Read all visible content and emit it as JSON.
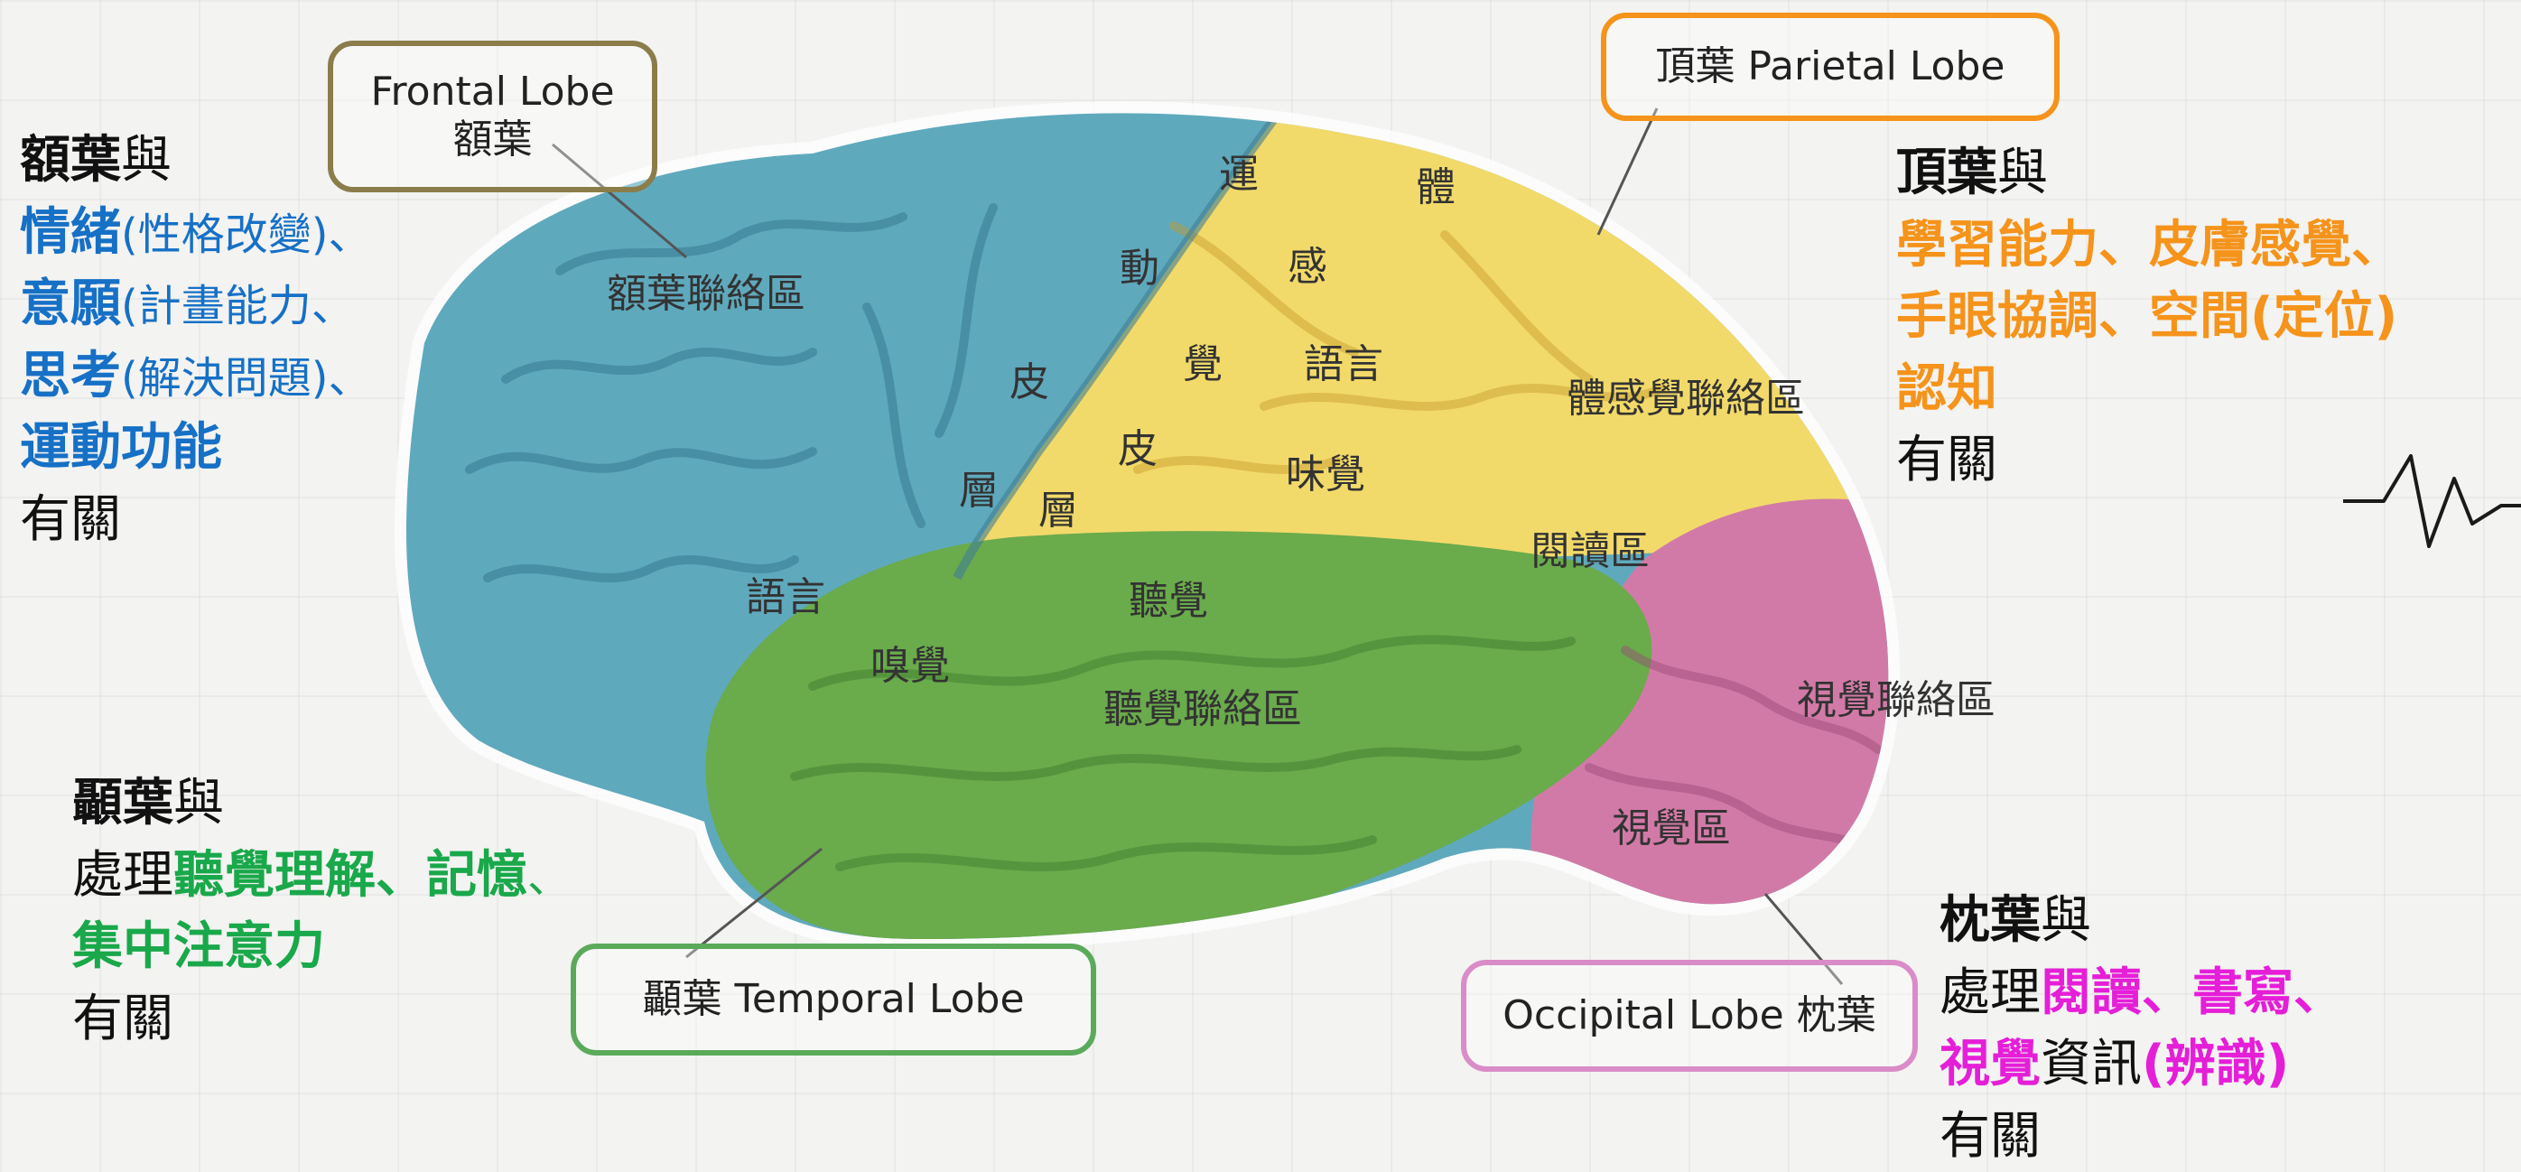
{
  "callouts": {
    "frontal": {
      "en": "Frontal Lobe",
      "zh": "額葉",
      "border_color": "#8b7d4a"
    },
    "parietal": {
      "text": "頂葉 Parietal Lobe",
      "border_color": "#f5931a"
    },
    "temporal": {
      "text": "顳葉 Temporal Lobe",
      "border_color": "#5aaa5a"
    },
    "occipital": {
      "text": "Occipital Lobe 枕葉",
      "border_color": "#d98cc8"
    }
  },
  "brain_labels": {
    "frontal_assoc": "額葉聯絡區",
    "motor_1": "運",
    "motor_2": "動",
    "motor_3": "皮",
    "motor_4": "層",
    "sensory_1": "體",
    "sensory_2": "感",
    "sensory_3": "覺",
    "sensory_4": "皮",
    "sensory_5": "層",
    "language_parietal": "語言",
    "taste": "味覺",
    "somato_assoc": "體感覺聯絡區",
    "reading": "閱讀區",
    "language_frontal": "語言",
    "smell": "嗅覺",
    "hearing": "聽覺",
    "auditory_assoc": "聽覺聯絡區",
    "visual_assoc": "視覺聯絡區",
    "visual": "視覺區"
  },
  "notes": {
    "frontal": {
      "title": "額葉",
      "title_suffix": "與",
      "line1_key": "情緒",
      "line1_rest": "(性格改變)、",
      "line2_key": "意願",
      "line2_rest": "(計畫能力、",
      "line3_key": "思考",
      "line3_rest": "(解決問題)、",
      "line4_key": "運動功能",
      "closing": "有關"
    },
    "parietal": {
      "title": "頂葉",
      "title_suffix": "與",
      "line1": "學習能力、皮膚感覺、",
      "line2": "手眼協調、空間(定位)",
      "line3": "認知",
      "closing": "有關"
    },
    "temporal": {
      "title": "顳葉",
      "title_suffix": "與",
      "line1_prefix": "處理",
      "line1_key": "聽覺理解、記憶",
      "line1_sep": "、",
      "line2_key": "集中注意力",
      "closing": "有關"
    },
    "occipital": {
      "title": "枕葉",
      "title_suffix": "與",
      "line1_prefix": "處理",
      "line1_key": "閱讀、書寫、",
      "line2_key": "視覺",
      "line2_mid": "資訊",
      "line2_key2": "(辨識)",
      "closing": "有關"
    }
  },
  "colors": {
    "frontal_lobe": "#5fa9bd",
    "parietal_lobe": "#f2da6a",
    "temporal_lobe": "#6aab4c",
    "occipital_lobe": "#d27aa7",
    "frontal_text": "#1670c6",
    "parietal_text": "#f5931a",
    "temporal_text": "#19a84a",
    "occipital_text": "#e51ed8"
  }
}
